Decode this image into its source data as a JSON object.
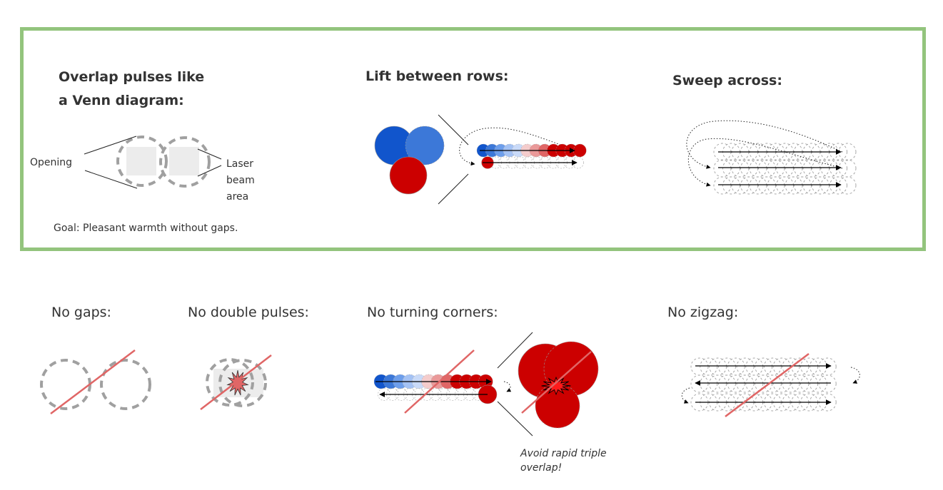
{
  "frame": {
    "border_color": "#93c47d"
  },
  "colors": {
    "dash_gray": "#a0a0a0",
    "opening_fill": "#ececec",
    "cross_out": "#e06666",
    "red": "#cc0000",
    "blue_dark": "#1155cc",
    "blue_mid": "#3c78d8",
    "pulse_gradient": [
      "#1155cc",
      "#3c78d8",
      "#6d9eeb",
      "#a4c2f4",
      "#c9daf8",
      "#f4cccc",
      "#ea9999",
      "#e06666",
      "#cc0000",
      "#cc0000",
      "#cc0000",
      "#cc0000"
    ]
  },
  "good_section": {
    "venn": {
      "title_line1": "Overlap pulses like",
      "title_line2": "a Venn diagram:",
      "label_opening": "Opening",
      "label_laser_1": "Laser",
      "label_laser_2": "beam",
      "label_laser_3": "area",
      "goal": "Goal: Pleasant warmth without gaps."
    },
    "lift": {
      "title": "Lift between rows:"
    },
    "sweep": {
      "title": "Sweep across:"
    }
  },
  "bad_section": {
    "no_gaps": {
      "title": "No gaps:"
    },
    "no_double": {
      "title": "No double pulses:"
    },
    "no_corners": {
      "title": "No turning corners:",
      "note_line1": "Avoid rapid triple",
      "note_line2": "overlap!"
    },
    "no_zigzag": {
      "title": "No zigzag:"
    }
  }
}
